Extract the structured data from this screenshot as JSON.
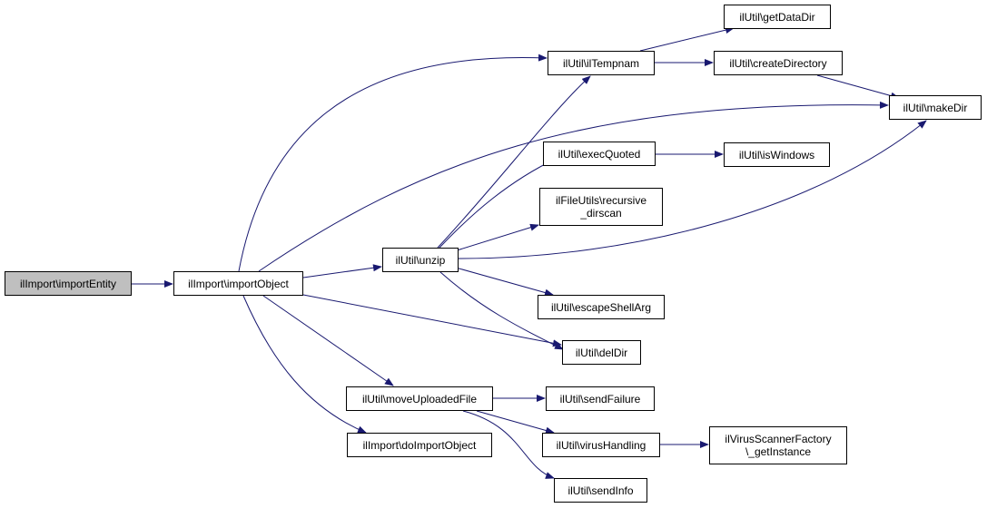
{
  "colors": {
    "edge": "#191970",
    "node_border": "#000000",
    "root_fill": "#bfbfbf",
    "node_fill": "#ffffff"
  },
  "nodes": {
    "importEntity": "ilImport\\importEntity",
    "importObject": "ilImport\\importObject",
    "ilTempnam": "ilUtil\\ilTempnam",
    "getDataDir": "ilUtil\\getDataDir",
    "createDirectory": "ilUtil\\createDirectory",
    "makeDir": "ilUtil\\makeDir",
    "unzip": "ilUtil\\unzip",
    "execQuoted": "ilUtil\\execQuoted",
    "isWindows": "ilUtil\\isWindows",
    "recursive_dirscan": "ilFileUtils\\recursive\n_dirscan",
    "escapeShellArg": "ilUtil\\escapeShellArg",
    "delDir": "ilUtil\\delDir",
    "moveUploadedFile": "ilUtil\\moveUploadedFile",
    "sendFailure": "ilUtil\\sendFailure",
    "virusHandling": "ilUtil\\virusHandling",
    "getInstance": "ilVirusScannerFactory\n\\_getInstance",
    "doImportObject": "ilImport\\doImportObject",
    "sendInfo": "ilUtil\\sendInfo"
  },
  "edges": [
    [
      "importEntity",
      "importObject"
    ],
    [
      "importObject",
      "ilTempnam"
    ],
    [
      "importObject",
      "makeDir"
    ],
    [
      "importObject",
      "unzip"
    ],
    [
      "importObject",
      "delDir"
    ],
    [
      "importObject",
      "moveUploadedFile"
    ],
    [
      "importObject",
      "doImportObject"
    ],
    [
      "ilTempnam",
      "getDataDir"
    ],
    [
      "ilTempnam",
      "createDirectory"
    ],
    [
      "createDirectory",
      "makeDir"
    ],
    [
      "unzip",
      "ilTempnam"
    ],
    [
      "unzip",
      "execQuoted"
    ],
    [
      "unzip",
      "recursive_dirscan"
    ],
    [
      "unzip",
      "makeDir"
    ],
    [
      "unzip",
      "escapeShellArg"
    ],
    [
      "unzip",
      "delDir"
    ],
    [
      "execQuoted",
      "isWindows"
    ],
    [
      "moveUploadedFile",
      "sendFailure"
    ],
    [
      "moveUploadedFile",
      "virusHandling"
    ],
    [
      "moveUploadedFile",
      "sendInfo"
    ],
    [
      "virusHandling",
      "getInstance"
    ]
  ]
}
